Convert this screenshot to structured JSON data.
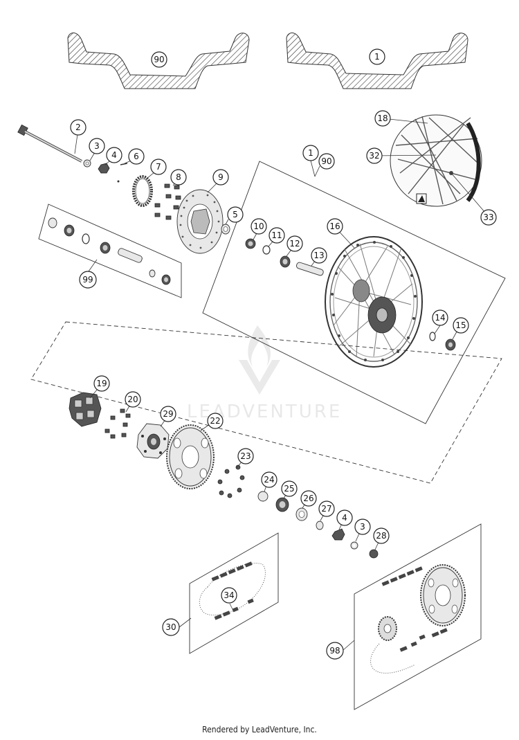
{
  "callouts": [
    "90",
    "1",
    "2",
    "3",
    "4",
    "6",
    "7",
    "8",
    "9",
    "5",
    "99",
    "1",
    "90",
    "18",
    "32",
    "33",
    "10",
    "11",
    "12",
    "13",
    "16",
    "14",
    "15",
    "19",
    "20",
    "29",
    "22",
    "23",
    "24",
    "25",
    "26",
    "27",
    "4",
    "3",
    "28",
    "34",
    "30",
    "98"
  ],
  "watermark": "LEADVENTURE",
  "footer": "Rendered by LeadVenture, Inc."
}
